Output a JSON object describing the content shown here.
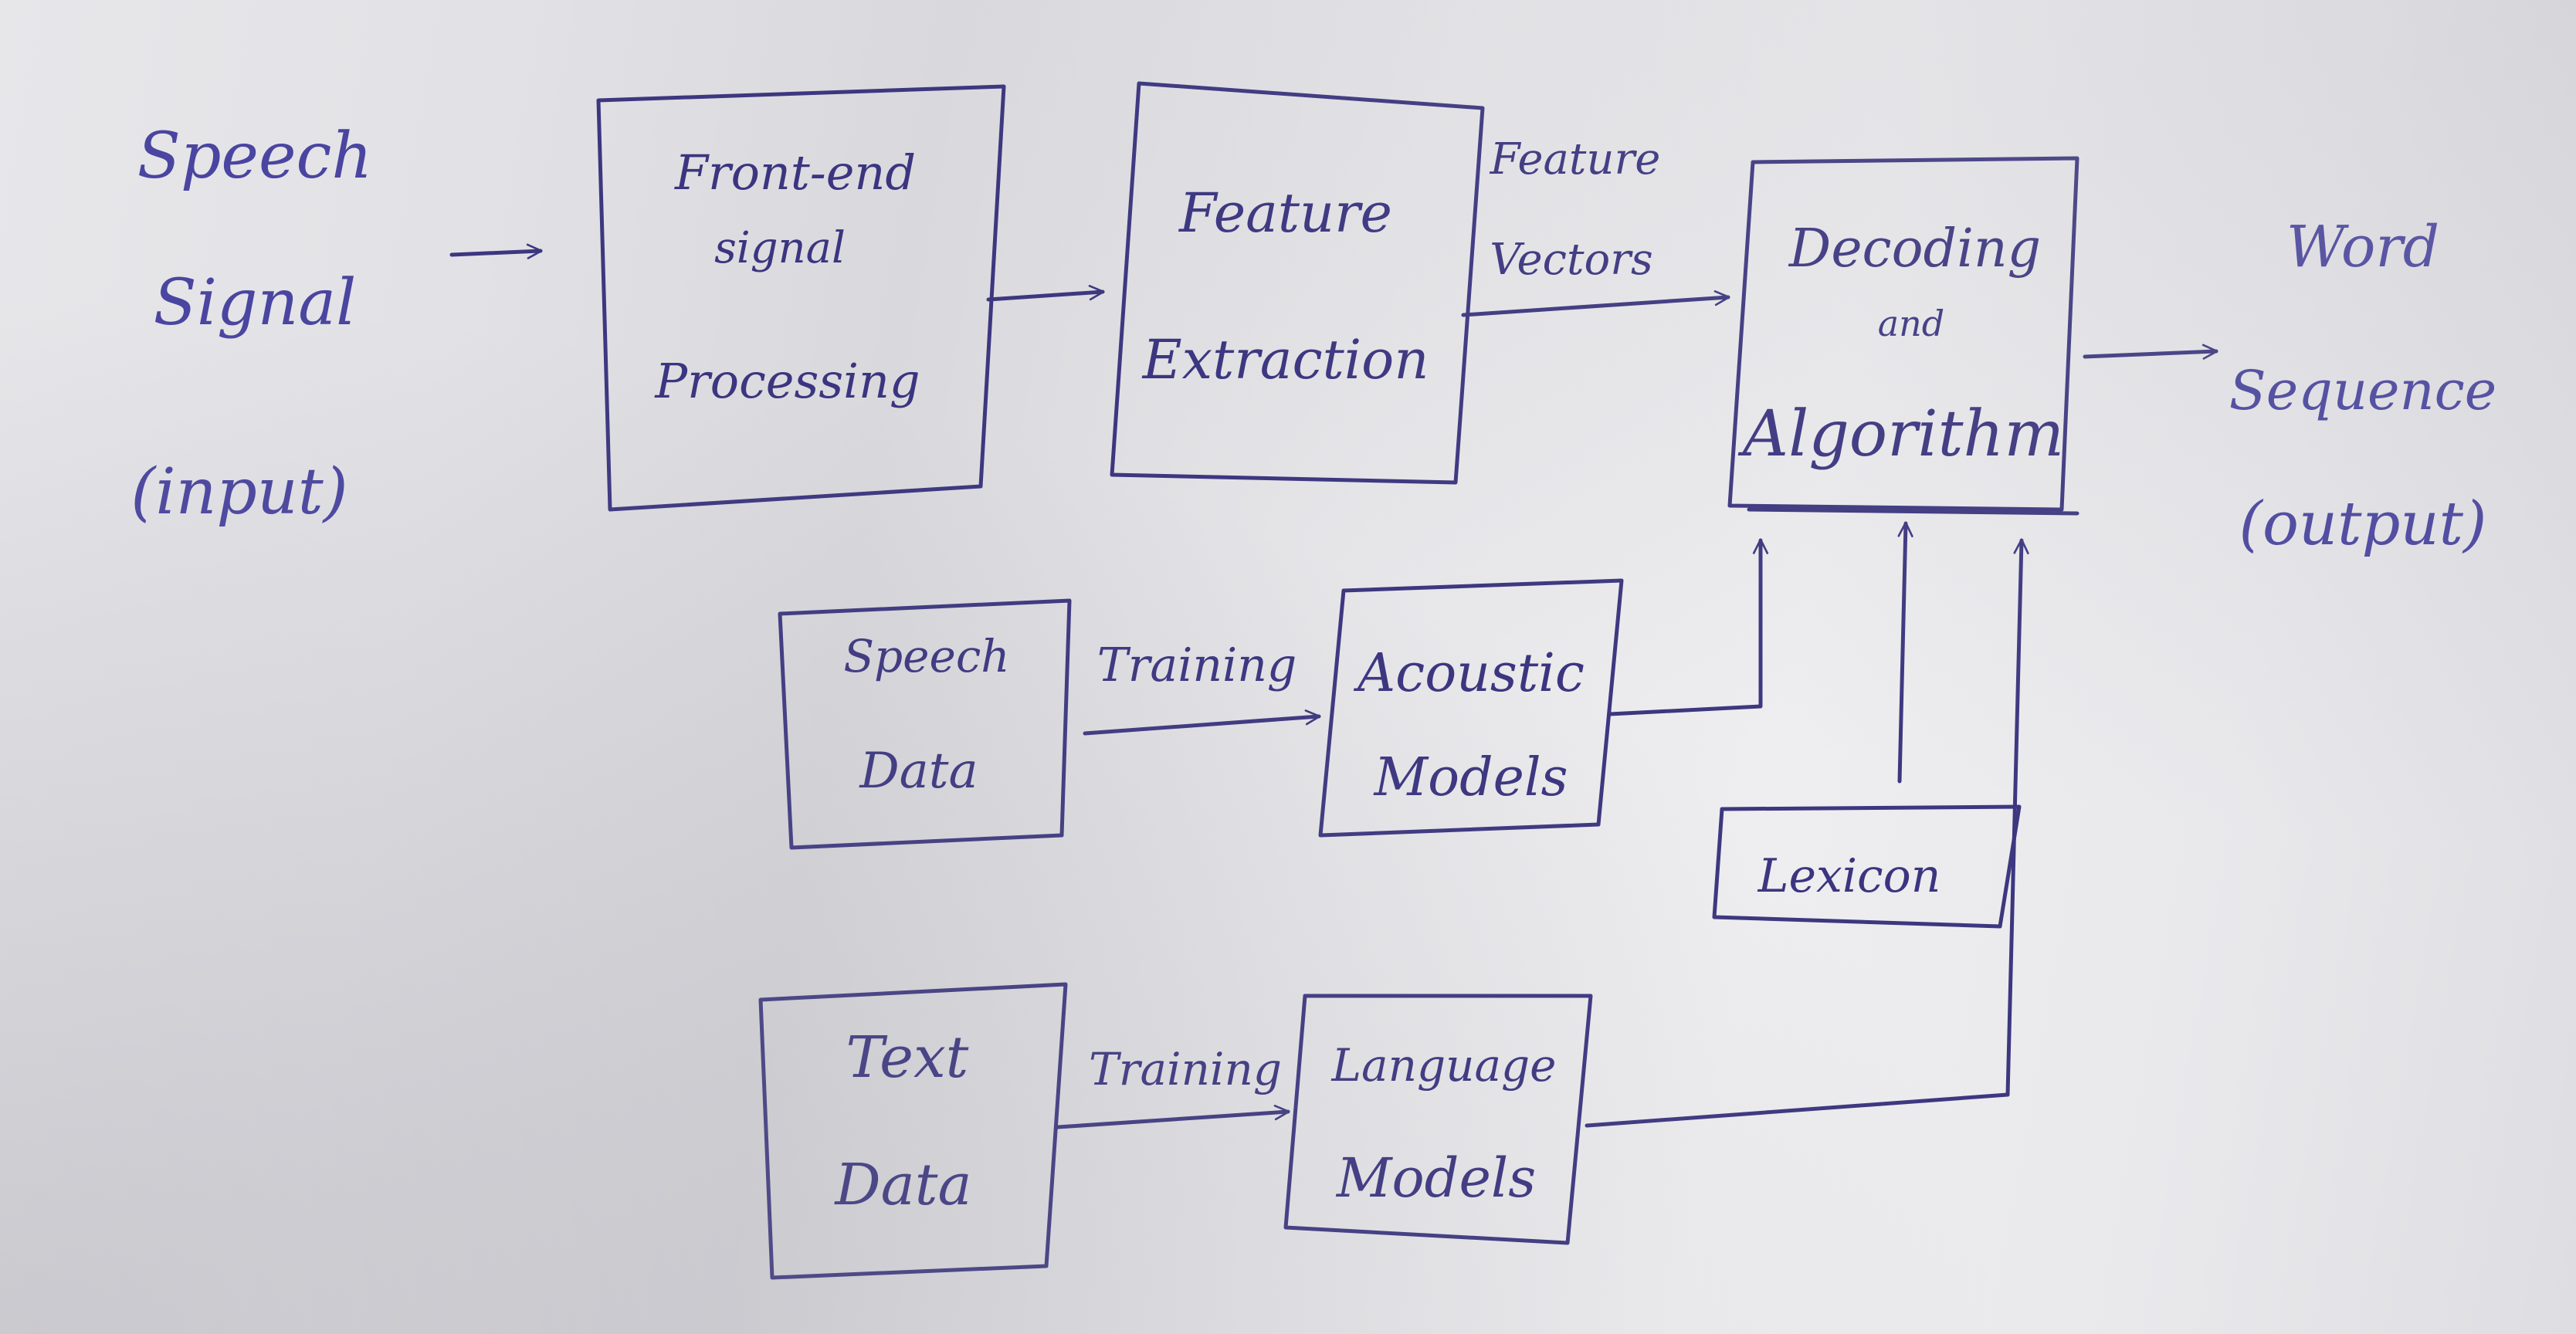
{
  "diagram": {
    "input_label": [
      "Speech",
      "Signal",
      "(input)"
    ],
    "output_label": [
      "Word",
      "Sequence",
      "(output)"
    ],
    "nodes": {
      "front_end": [
        "Front-end",
        "signal",
        "Processing"
      ],
      "feature_extraction": [
        "Feature",
        "Extraction"
      ],
      "decoding": [
        "Decoding",
        "and",
        "Algorithm"
      ],
      "speech_data": [
        "Speech",
        "Data"
      ],
      "acoustic_models": [
        "Acoustic",
        "Models"
      ],
      "lexicon": [
        "Lexicon"
      ],
      "text_data": [
        "Text",
        "Data"
      ],
      "language_models": [
        "Language",
        "Models"
      ]
    },
    "edge_labels": {
      "feature_vectors": [
        "Feature",
        "Vectors"
      ],
      "training_acoustic": "Training",
      "training_language": "Training"
    },
    "ink_color": "#3d3780"
  }
}
